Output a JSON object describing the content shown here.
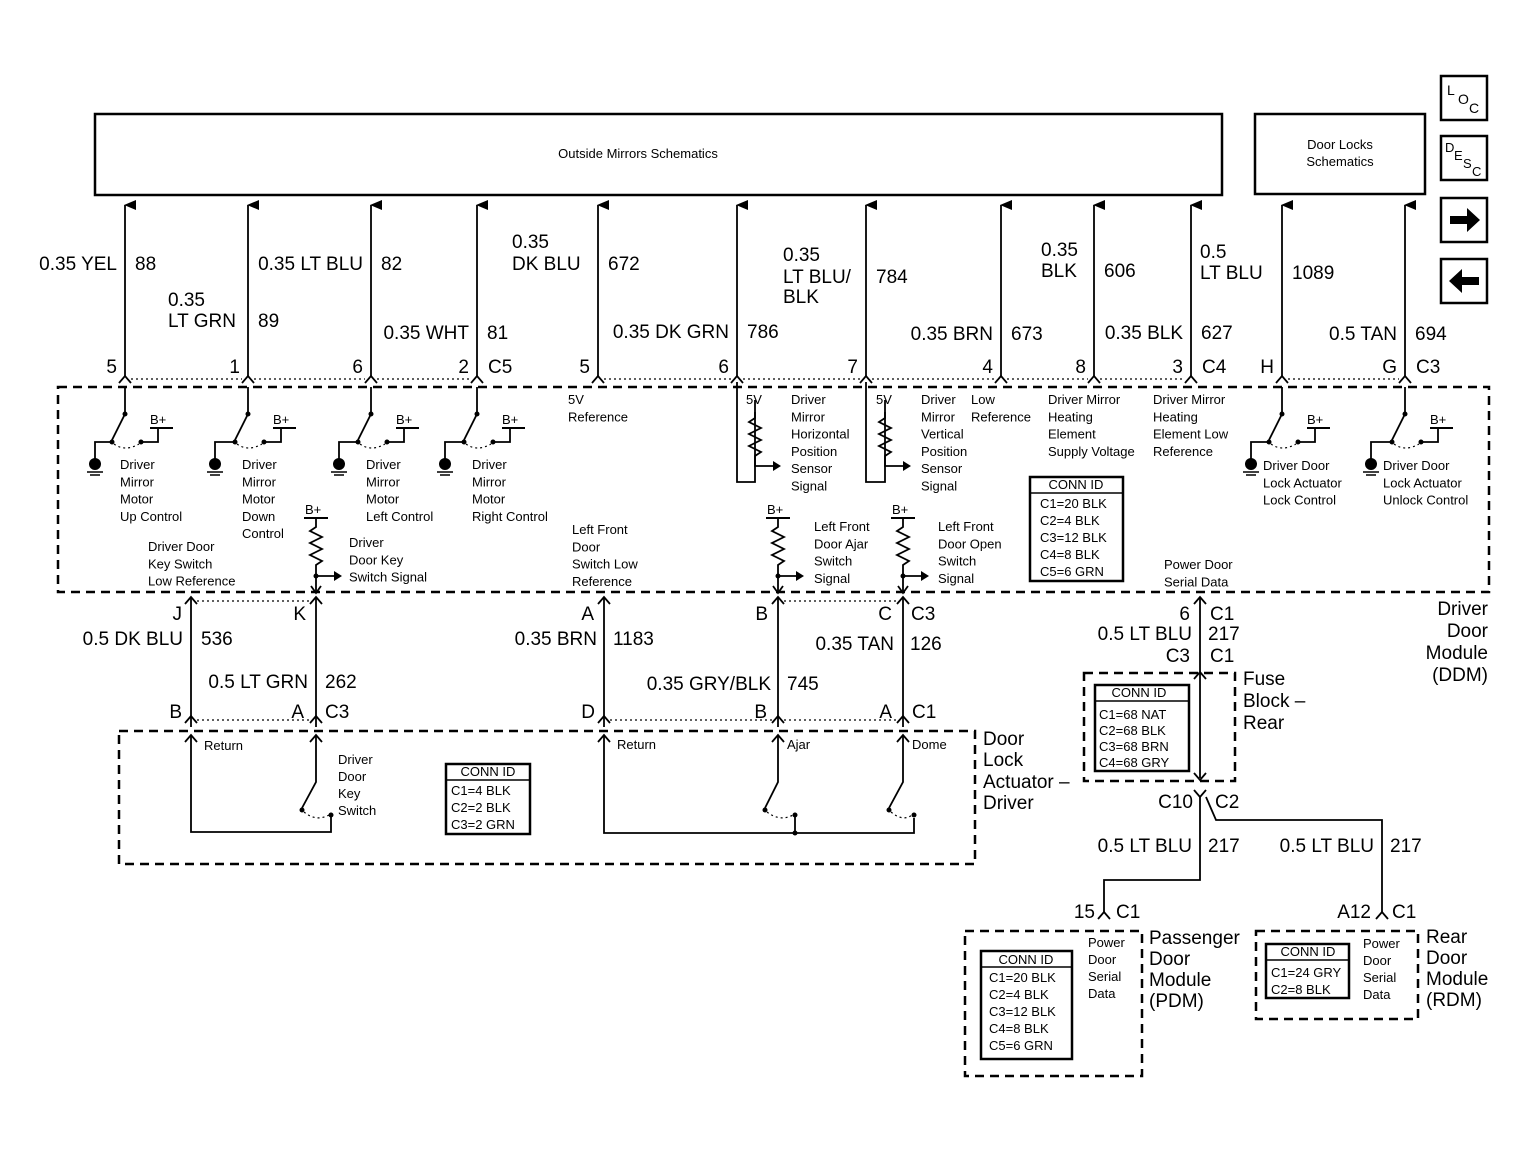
{
  "blocks": {
    "outside_mirrors": "Outside Mirrors Schematics",
    "door_locks_1": "Door Locks",
    "door_locks_2": "Schematics"
  },
  "nav": {
    "loc": [
      "L",
      "O",
      "C"
    ],
    "desc": [
      "D",
      "E",
      "S",
      "C"
    ]
  },
  "upper_wires": [
    {
      "pin": "5",
      "color": [
        "0.35 YEL"
      ],
      "circuit": "88"
    },
    {
      "pin": "1",
      "color": [
        "0.35",
        "LT GRN"
      ],
      "circuit": "89"
    },
    {
      "pin": "6",
      "color": [
        "0.35 LT BLU"
      ],
      "circuit": "82"
    },
    {
      "pin": "2",
      "color": [
        "0.35 WHT"
      ],
      "circuit": "81",
      "connector": "C5"
    },
    {
      "pin": "5",
      "color": [
        "0.35",
        "DK BLU"
      ],
      "circuit": "672"
    },
    {
      "pin": "6",
      "color": [
        "0.35 DK GRN"
      ],
      "circuit": "786"
    },
    {
      "pin": "7",
      "color": [
        "0.35",
        "LT BLU/",
        "BLK"
      ],
      "circuit": "784"
    },
    {
      "pin": "4",
      "color": [
        "0.35 BRN"
      ],
      "circuit": "673"
    },
    {
      "pin": "8",
      "color": [
        "0.35",
        "BLK"
      ],
      "circuit": "606"
    },
    {
      "pin": "3",
      "color": [
        "0.35 BLK"
      ],
      "circuit": "627",
      "connector": "C4"
    },
    {
      "pin": "H",
      "color": [
        "0.5",
        "LT BLU"
      ],
      "circuit": "1089"
    },
    {
      "pin": "G",
      "color": [
        "0.5 TAN"
      ],
      "circuit": "694",
      "connector": "C3"
    }
  ],
  "ddm": {
    "name": [
      "Driver",
      "Door",
      "Module",
      "(DDM)"
    ],
    "functions": {
      "mirror_up": [
        "Driver",
        "Mirror",
        "Motor",
        "Up Control"
      ],
      "mirror_down": [
        "Driver",
        "Mirror",
        "Motor",
        "Down",
        "Control"
      ],
      "mirror_left": [
        "Driver",
        "Mirror",
        "Motor",
        "Left Control"
      ],
      "mirror_right": [
        "Driver",
        "Mirror",
        "Motor",
        "Right Control"
      ],
      "ref_5v": [
        "5V",
        "Reference"
      ],
      "horiz_sensor": [
        "Driver",
        "Mirror",
        "Horizontal",
        "Position",
        "Sensor",
        "Signal"
      ],
      "vert_sensor": [
        "Driver",
        "Mirror",
        "Vertical",
        "Position",
        "Sensor",
        "Signal"
      ],
      "low_ref": [
        "Low",
        "Reference"
      ],
      "heat_supply": [
        "Driver Mirror",
        "Heating",
        "Element",
        "Supply Voltage"
      ],
      "heat_low": [
        "Driver Mirror",
        "Heating",
        "Element Low",
        "Reference"
      ],
      "lock_ctrl": [
        "Driver Door",
        "Lock Actuator",
        "Lock Control"
      ],
      "unlock_ctrl": [
        "Driver Door",
        "Lock Actuator",
        "Unlock Control"
      ],
      "key_low_ref": [
        "Driver Door",
        "Key Switch",
        "Low Reference"
      ],
      "key_signal": [
        "Driver",
        "Door Key",
        "Switch Signal"
      ],
      "ajar_low_ref": [
        "Left Front",
        "Door",
        "Switch Low",
        "Reference"
      ],
      "ajar_signal": [
        "Left Front",
        "Door Ajar",
        "Switch",
        "Signal"
      ],
      "open_signal": [
        "Left Front",
        "Door Open",
        "Switch",
        "Signal"
      ],
      "serial_data": [
        "Power Door",
        "Serial Data"
      ]
    },
    "conn_id": {
      "title": "CONN ID",
      "rows": [
        "C1=20 BLK",
        "C2=4 BLK",
        "C3=12 BLK",
        "C4=8 BLK",
        "C5=6 GRN"
      ]
    },
    "vref": "5V",
    "bplus": "B+"
  },
  "lower_wires": {
    "j_pin": "J",
    "j_color": "0.5 DK BLU",
    "j_circuit": "536",
    "k_pin": "K",
    "k_color": "0.5 LT GRN",
    "k_circuit": "262",
    "a_pin": "A",
    "a_color": "0.35 BRN",
    "a_circuit": "1183",
    "b_pin": "B",
    "b_color": "0.35 GRY/BLK",
    "b_circuit": "745",
    "c_pin": "C",
    "c_conn": "C3",
    "c_color": "0.35 TAN",
    "c_circuit": "126",
    "act_b": "B",
    "act_a": "A",
    "act_c3": "C3",
    "act_d": "D",
    "act_b2": "B",
    "act_a2": "A",
    "act_c1": "C1",
    "ser_pin": "6",
    "ser_conn": "C1",
    "ser_color": "0.5 LT BLU",
    "ser_circuit": "217"
  },
  "actuator": {
    "name": [
      "Door",
      "Lock",
      "Actuator –",
      "Driver"
    ],
    "return1": "Return",
    "key_switch": [
      "Driver",
      "Door",
      "Key",
      "Switch"
    ],
    "return2": "Return",
    "ajar": "Ajar",
    "dome": "Dome",
    "conn_id": {
      "title": "CONN ID",
      "rows": [
        "C1=4 BLK",
        "C2=2 BLK",
        "C3=2 GRN"
      ]
    }
  },
  "fuse_block": {
    "name": [
      "Fuse",
      "Block –",
      "Rear"
    ],
    "top_pin": "C3",
    "top_conn": "C1",
    "c10": "C10",
    "c2": "C2",
    "conn_id": {
      "title": "CONN ID",
      "rows": [
        "C1=68 NAT",
        "C2=68 BLK",
        "C3=68 BRN",
        "C4=68 GRY"
      ]
    }
  },
  "pdm": {
    "wire_color": "0.5 LT BLU",
    "wire_circuit": "217",
    "pin": "15",
    "conn": "C1",
    "name": [
      "Passenger",
      "Door",
      "Module",
      "(PDM)"
    ],
    "serial": [
      "Power",
      "Door",
      "Serial",
      "Data"
    ],
    "conn_id": {
      "title": "CONN ID",
      "rows": [
        "C1=20 BLK",
        "C2=4 BLK",
        "C3=12 BLK",
        "C4=8 BLK",
        "C5=6 GRN"
      ]
    }
  },
  "rdm": {
    "wire_color": "0.5 LT BLU",
    "wire_circuit": "217",
    "pin": "A12",
    "conn": "C1",
    "name": [
      "Rear",
      "Door",
      "Module",
      "(RDM)"
    ],
    "serial": [
      "Power",
      "Door",
      "Serial",
      "Data"
    ],
    "conn_id": {
      "title": "CONN ID",
      "rows": [
        "C1=24 GRY",
        "C2=8 BLK"
      ]
    }
  }
}
